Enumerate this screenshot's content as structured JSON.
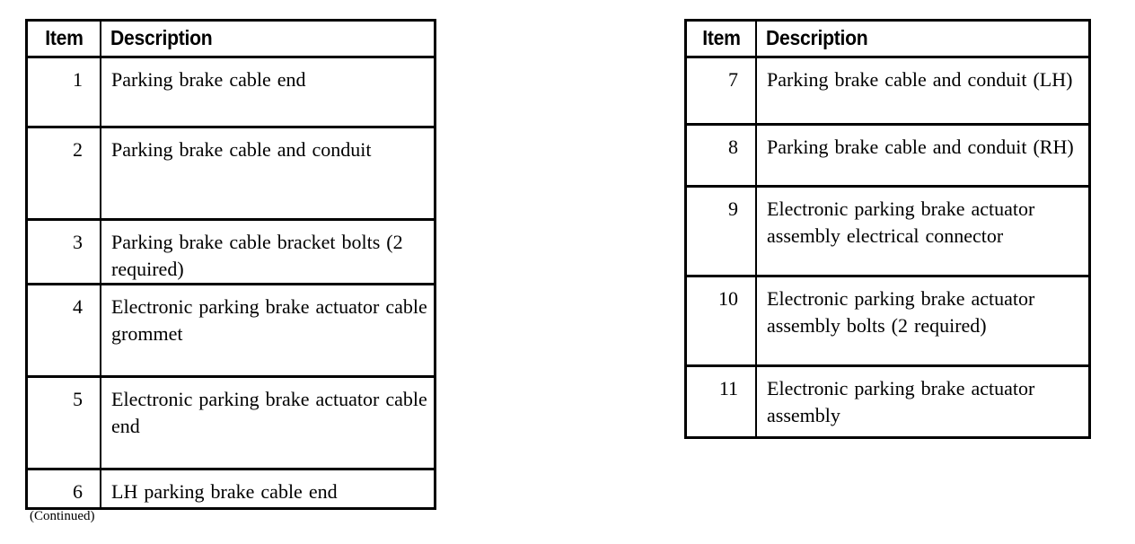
{
  "document": {
    "type": "parts-identification-table",
    "background_color": "#ffffff",
    "text_color": "#000000",
    "border_color": "#000000"
  },
  "tables": [
    {
      "id": "left",
      "columns": [
        "Item",
        "Description"
      ],
      "rows": [
        {
          "item": "1",
          "description": "Parking brake cable end"
        },
        {
          "item": "2",
          "description": "Parking brake cable and conduit"
        },
        {
          "item": "3",
          "description": "Parking brake cable bracket bolts (2 required)"
        },
        {
          "item": "4",
          "description": "Electronic parking brake actuator cable grommet"
        },
        {
          "item": "5",
          "description": "Electronic parking brake actuator cable end"
        },
        {
          "item": "6",
          "description": "LH parking brake cable end"
        }
      ]
    },
    {
      "id": "right",
      "columns": [
        "Item",
        "Description"
      ],
      "rows": [
        {
          "item": "7",
          "description": "Parking brake cable and conduit (LH)"
        },
        {
          "item": "8",
          "description": "Parking brake cable and conduit (RH)"
        },
        {
          "item": "9",
          "description": "Electronic parking brake actuator assembly electrical connector"
        },
        {
          "item": "10",
          "description": "Electronic parking brake actuator assembly bolts (2 required)"
        },
        {
          "item": "11",
          "description": "Electronic parking brake actuator assembly"
        }
      ]
    }
  ],
  "footnote": {
    "continued_label": "(Continued)"
  }
}
